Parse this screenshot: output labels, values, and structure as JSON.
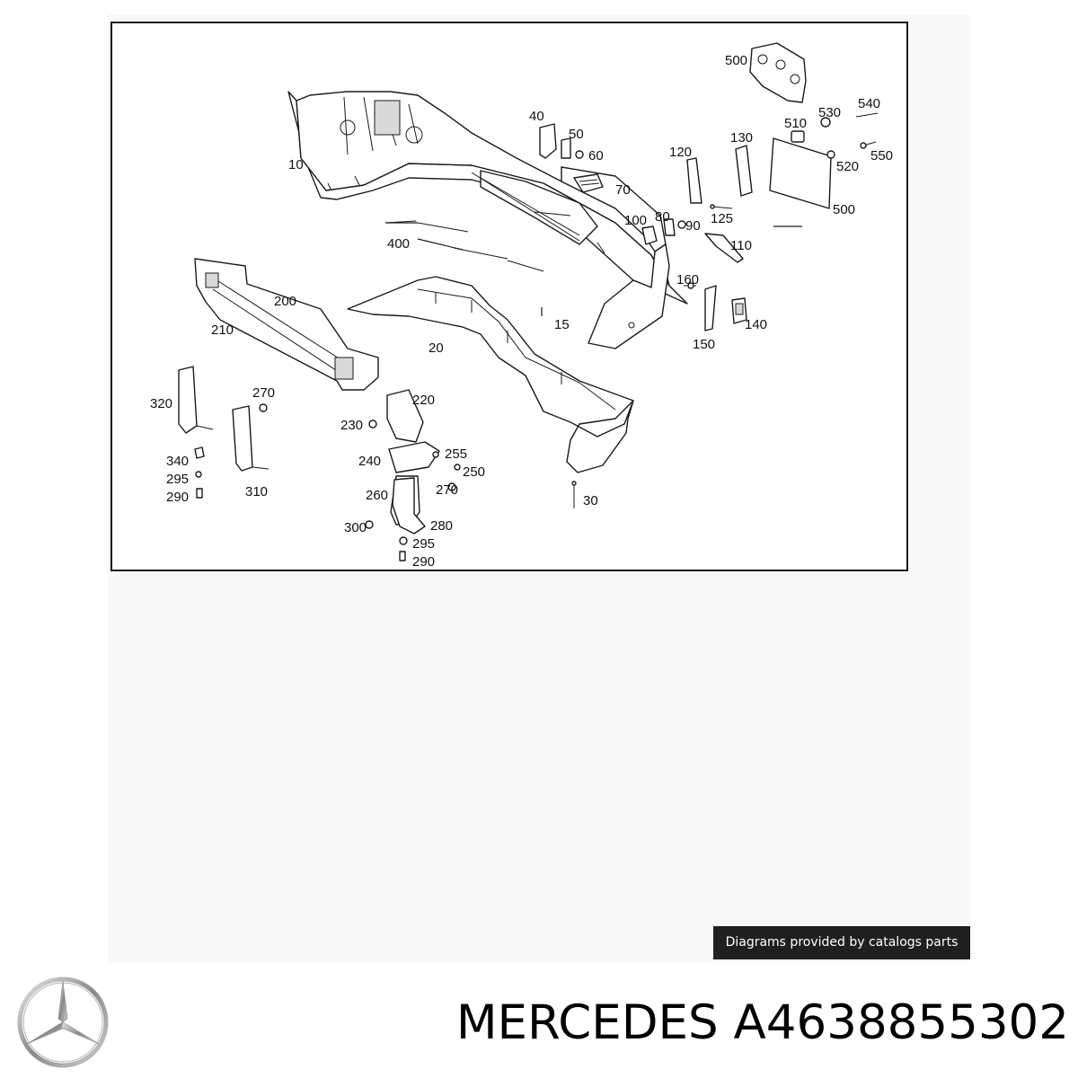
{
  "diagram": {
    "callouts": {
      "c10": "10",
      "c15": "15",
      "c20": "20",
      "c30": "30",
      "c40": "40",
      "c50": "50",
      "c60": "60",
      "c70": "70",
      "c80": "80",
      "c90": "90",
      "c100": "100",
      "c110": "110",
      "c120": "120",
      "c125": "125",
      "c130": "130",
      "c140": "140",
      "c150": "150",
      "c160": "160",
      "c200": "200",
      "c210": "210",
      "c220": "220",
      "c230": "230",
      "c240": "240",
      "c250": "250",
      "c255": "255",
      "c260": "260",
      "c270a": "270",
      "c270b": "270",
      "c280": "280",
      "c290a": "290",
      "c290b": "290",
      "c295a": "295",
      "c295b": "295",
      "c300": "300",
      "c310": "310",
      "c320": "320",
      "c340": "340",
      "c400": "400",
      "c500a": "500",
      "c500b": "500",
      "c510": "510",
      "c520": "520",
      "c530": "530",
      "c540": "540",
      "c550": "550"
    }
  },
  "banner": {
    "text": "Diagrams provided by catalogs parts"
  },
  "footer": {
    "brand": "MERCEDES",
    "part_number": "A4638855302"
  },
  "logo": {
    "icon": "mercedes-star-icon"
  }
}
